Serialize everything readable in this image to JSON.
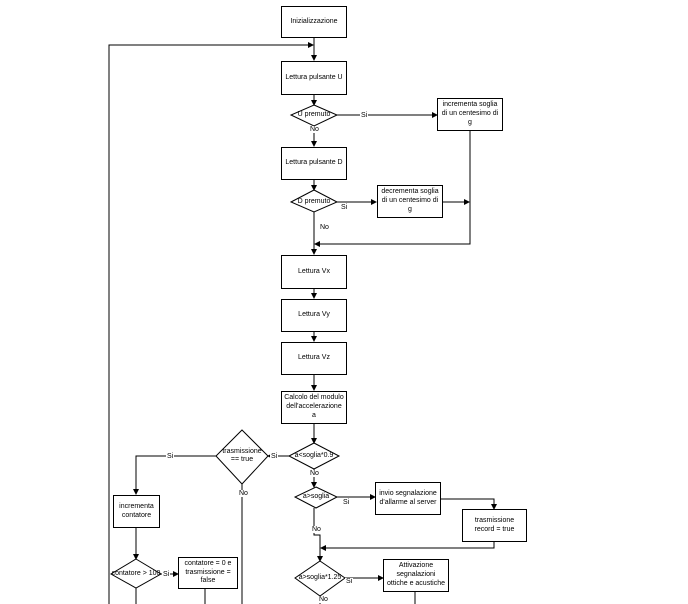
{
  "nodes": {
    "init": "Inizializzazione",
    "read_u": "Lettura pulsante U",
    "u_pressed": "U premuto",
    "inc_threshold": "incrementa soglia di un centesimo di g",
    "read_d": "Lettura pulsante D",
    "d_pressed": "D premuto",
    "dec_threshold": "decrementa soglia di un centesimo di g",
    "read_vx": "Lettura Vx",
    "read_vy": "Lettura Vy",
    "read_vz": "Lettura Vz",
    "calc_modulus": "Calcolo del modulo dell'accelerazione a",
    "cond_low": "a<soglia*0.9",
    "transmission": "trasmissione == true",
    "inc_counter": "incrementa contatore",
    "counter_cond": "contatore > 100",
    "reset_counter": "contatore = 0 e trasmissione = false",
    "cond_high": "a>soglia",
    "alarm_server": "invio segnalazione d'allarme al server",
    "record_tx": "trasmissione record = true",
    "cond_higher": "a>soglia*1.25",
    "optic_acoustic": "Attivazione segnalazioni ottiche e acustiche"
  },
  "edge_labels": {
    "u_yes": "Si",
    "u_no": "No",
    "d_yes": "Si",
    "d_no": "No",
    "low_yes": "Si",
    "low_no": "No",
    "tx_yes": "Si",
    "tx_no": "No",
    "counter_yes": "Si",
    "high_yes": "Si",
    "high_no": "No",
    "higher_yes": "Si",
    "higher_no": "No"
  }
}
